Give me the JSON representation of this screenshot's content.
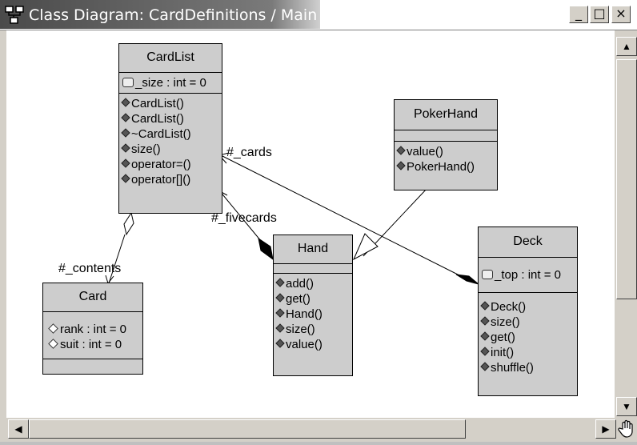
{
  "window": {
    "title": "Class Diagram: CardDefinitions / Main",
    "minimize_label": "_",
    "maximize_label": "□",
    "close_label": "×"
  },
  "classes": {
    "cardlist": {
      "name": "CardList",
      "attributes": [
        "_size : int = 0"
      ],
      "operations": [
        "CardList()",
        "CardList()",
        "~CardList()",
        "size()",
        "operator=()",
        "operator[]()"
      ]
    },
    "pokerhand": {
      "name": "PokerHand",
      "attributes": [],
      "operations": [
        "value()",
        "PokerHand()"
      ]
    },
    "hand": {
      "name": "Hand",
      "attributes": [],
      "operations": [
        "add()",
        "get()",
        "Hand()",
        "size()",
        "value()"
      ]
    },
    "deck": {
      "name": "Deck",
      "attributes": [
        "_top : int = 0"
      ],
      "operations": [
        "Deck()",
        "size()",
        "get()",
        "init()",
        "shuffle()"
      ]
    },
    "card": {
      "name": "Card",
      "attributes": [
        "rank : int = 0",
        "suit : int = 0"
      ],
      "operations": []
    }
  },
  "roles": {
    "cards": "#_cards",
    "fivecards": "#_fivecards",
    "contents": "#_contents"
  },
  "scrollbars": {
    "up_arrow": "▲",
    "down_arrow": "▼",
    "left_arrow": "◀",
    "right_arrow": "▶"
  }
}
